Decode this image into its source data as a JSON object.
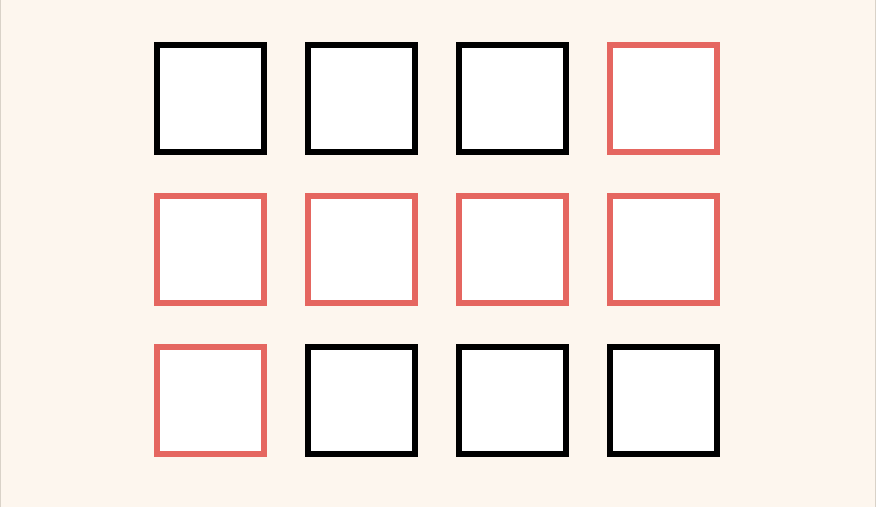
{
  "colors": {
    "background": "#fdf6ee",
    "tile_fill": "#ffffff",
    "outline_default": "#000000",
    "outline_highlight": "#e56660"
  },
  "grid": {
    "rows": 3,
    "columns": 4,
    "tiles": [
      {
        "row": 1,
        "col": 1,
        "outline": "black"
      },
      {
        "row": 1,
        "col": 2,
        "outline": "black"
      },
      {
        "row": 1,
        "col": 3,
        "outline": "black"
      },
      {
        "row": 1,
        "col": 4,
        "outline": "red"
      },
      {
        "row": 2,
        "col": 1,
        "outline": "red"
      },
      {
        "row": 2,
        "col": 2,
        "outline": "red"
      },
      {
        "row": 2,
        "col": 3,
        "outline": "red"
      },
      {
        "row": 2,
        "col": 4,
        "outline": "red"
      },
      {
        "row": 3,
        "col": 1,
        "outline": "red"
      },
      {
        "row": 3,
        "col": 2,
        "outline": "black"
      },
      {
        "row": 3,
        "col": 3,
        "outline": "black"
      },
      {
        "row": 3,
        "col": 4,
        "outline": "black"
      }
    ]
  }
}
